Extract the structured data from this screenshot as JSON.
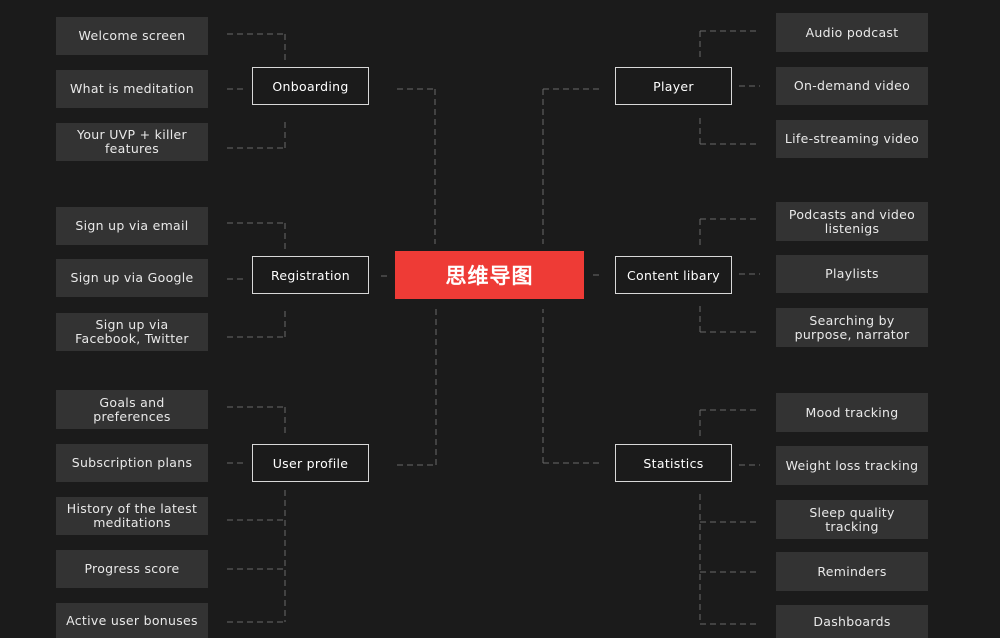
{
  "center": {
    "label": "思维导图"
  },
  "colors": {
    "background": "#1b1b1b",
    "center": "#ee3b36",
    "leaf": "#333333",
    "branch_border": "#d8d8d8",
    "connector": "#6a6a6a"
  },
  "branches": {
    "onboarding": {
      "label": "Onboarding",
      "items": [
        "Welcome screen",
        "What is meditation",
        "Your UVP + killer features"
      ]
    },
    "registration": {
      "label": "Registration",
      "items": [
        "Sign up via email",
        "Sign up via Google",
        "Sign up via Facebook, Twitter"
      ]
    },
    "user_profile": {
      "label": "User profile",
      "items": [
        "Goals and preferences",
        "Subscription plans",
        "History of the latest meditations",
        "Progress score",
        "Active user bonuses"
      ]
    },
    "player": {
      "label": "Player",
      "items": [
        "Audio podcast",
        "On-demand video",
        "Life-streaming video"
      ]
    },
    "content_library": {
      "label": "Content libary",
      "items": [
        "Podcasts and video listenigs",
        "Playlists",
        "Searching by purpose, narrator"
      ]
    },
    "statistics": {
      "label": "Statistics",
      "items": [
        "Mood tracking",
        "Weight loss tracking",
        "Sleep quality tracking",
        "Reminders",
        "Dashboards"
      ]
    }
  }
}
